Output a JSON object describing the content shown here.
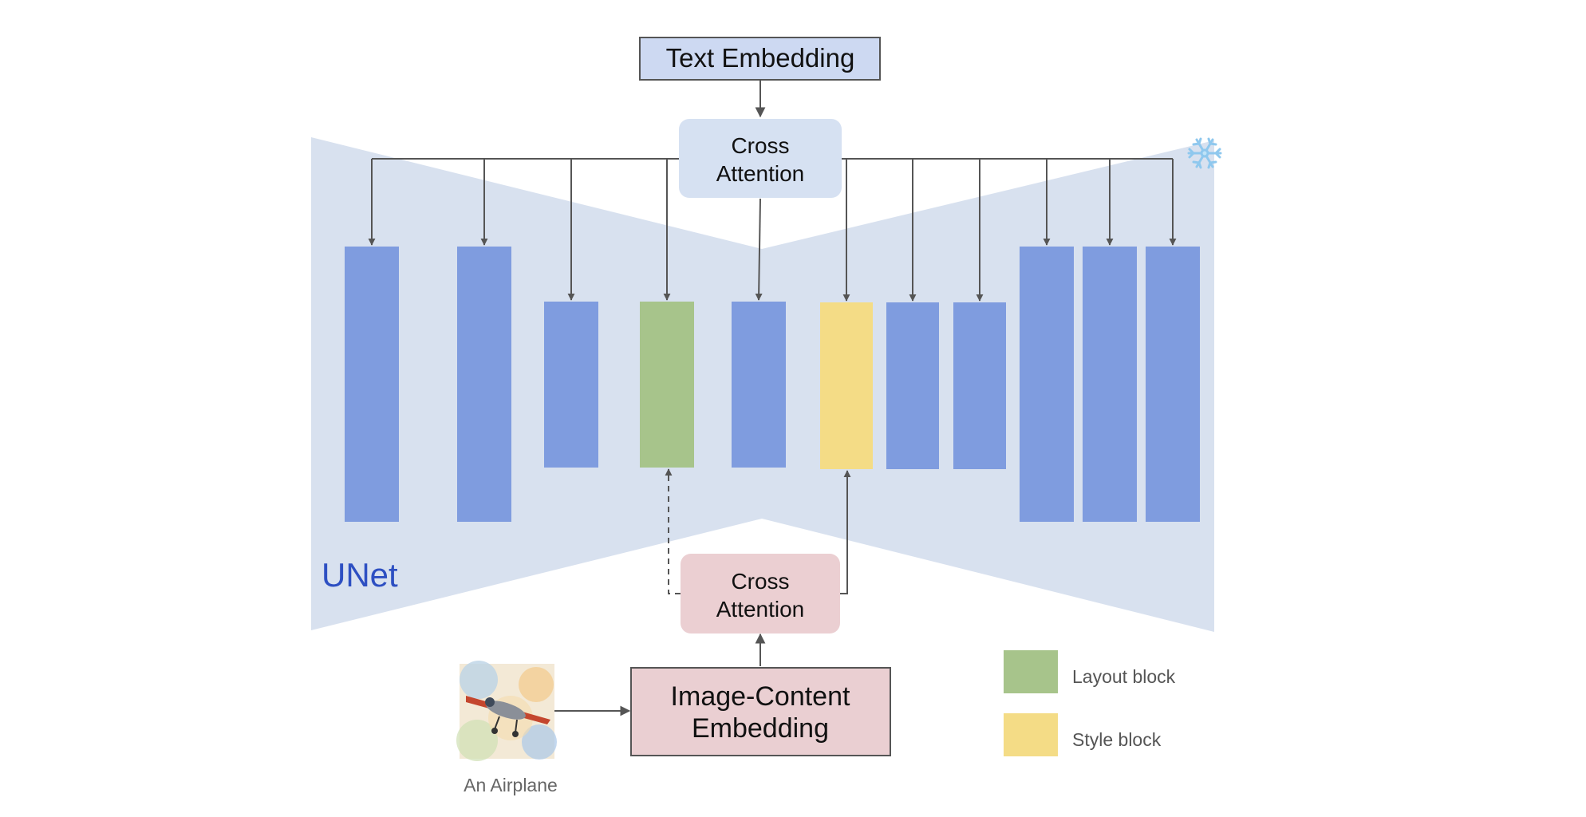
{
  "text_embedding": {
    "label": "Text Embedding"
  },
  "cross_attention_top": {
    "line1": "Cross",
    "line2": "Attention"
  },
  "cross_attention_bottom": {
    "line1": "Cross",
    "line2": "Attention"
  },
  "image_content_embedding": {
    "line1": "Image-Content",
    "line2": "Embedding"
  },
  "unet": {
    "label": "UNet",
    "frozen_icon": "snowflake-icon"
  },
  "input_image": {
    "caption": "An Airplane",
    "icon": "airplane-watercolor-thumbnail"
  },
  "legend": {
    "items": [
      {
        "label": "Layout block",
        "color": "#a7c48b"
      },
      {
        "label": "Style block",
        "color": "#f4dc86"
      }
    ]
  },
  "colors": {
    "unet_background": "#d8e1ef",
    "block": "#7f9cdf",
    "layout_block": "#a7c48b",
    "style_block": "#f4dc86",
    "text_embedding_fill": "#cdd9f2",
    "cross_attention_top_fill": "#d6e1f2",
    "cross_attention_bottom_fill": "#ebcfd2",
    "image_embedding_fill": "#eacfd2",
    "unet_label": "#2d4fc2",
    "arrow": "#555555"
  }
}
